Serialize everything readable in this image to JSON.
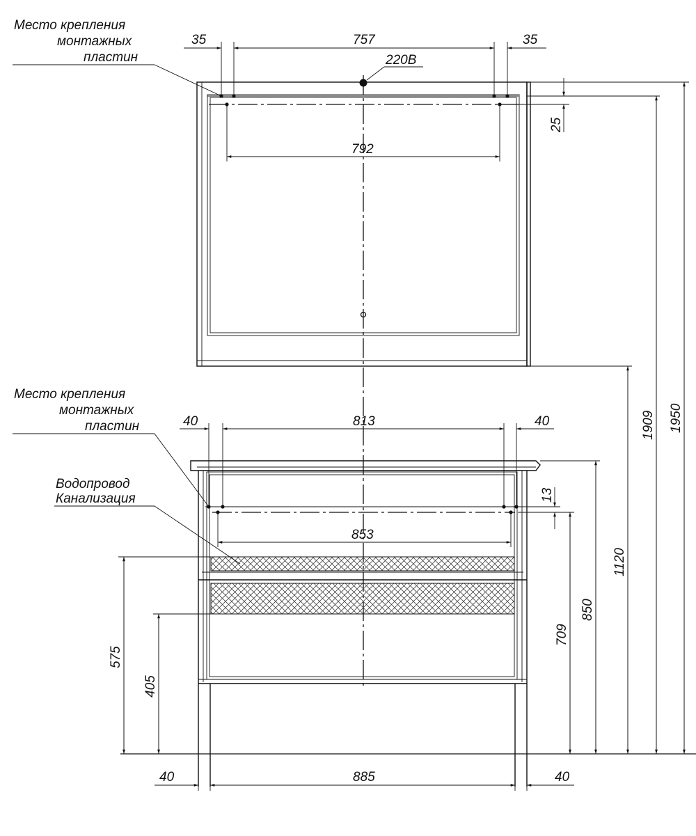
{
  "labels": {
    "mount_top_line1": "Место крепления",
    "mount_top_line2": "монтажных",
    "mount_top_line3": "пластин",
    "mount_mid_line1": "Место крепления",
    "mount_mid_line2": "монтажных",
    "mount_mid_line3": "пластин",
    "water": "Водопровод",
    "sewer": "Канализация",
    "power": "220В"
  },
  "dimensions": {
    "mirror_left_offset": "35",
    "mirror_width_between": "757",
    "mirror_right_offset": "35",
    "mirror_mount_span": "792",
    "mirror_mount_drop": "25",
    "cabinet_left_offset": "40",
    "cabinet_width_between": "813",
    "cabinet_right_offset": "40",
    "cabinet_mount_span": "853",
    "cabinet_mount_drop": "13",
    "base_left_offset": "40",
    "base_width": "885",
    "base_right_offset": "40",
    "h_mirror_mount": "1909",
    "h_total": "1950",
    "h_mirror_bottom": "1120",
    "h_cabinet_top": "850",
    "h_cabinet_mount": "709",
    "h_water": "575",
    "h_sewer": "405"
  }
}
